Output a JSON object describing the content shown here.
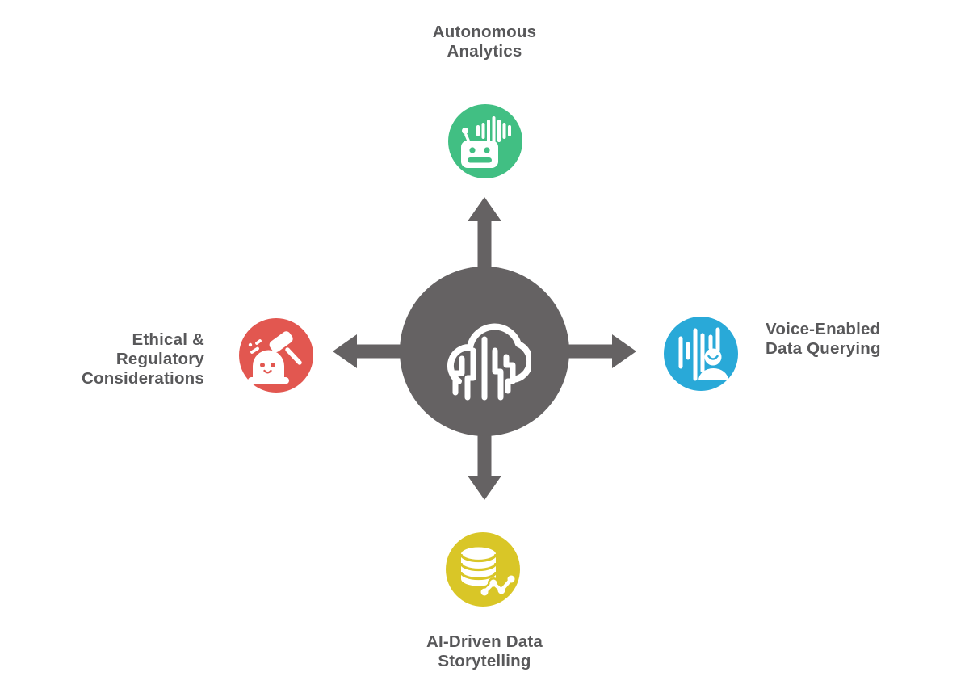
{
  "page": {
    "background": "#ffffff",
    "text_color": "#58585a"
  },
  "diagram": {
    "type": "hub-and-spoke",
    "hub": {
      "name": "ai-analytics-hub",
      "icon": "cloud-circuit-icon",
      "color": "#656263"
    },
    "arrow_color": "#656263",
    "arrows": [
      "up",
      "right",
      "down",
      "left"
    ],
    "spokes": [
      {
        "position": "top",
        "label": "Autonomous\nAnalytics",
        "icon": "robot-soundwave-icon",
        "color": "#41bf83"
      },
      {
        "position": "right",
        "label": "Voice-Enabled\nData Querying",
        "icon": "voice-user-icon",
        "color": "#29a9d8"
      },
      {
        "position": "bottom",
        "label": "AI-Driven Data\nStorytelling",
        "icon": "database-trend-icon",
        "color": "#d9c627"
      },
      {
        "position": "left",
        "label": "Ethical &\nRegulatory\nConsiderations",
        "icon": "gavel-ethics-icon",
        "color": "#e25750"
      }
    ]
  }
}
